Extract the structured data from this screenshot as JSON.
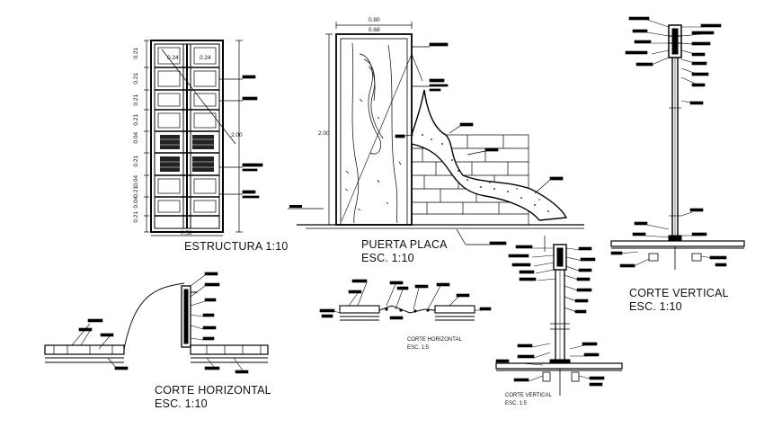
{
  "labels": {
    "estructura": "ESTRUCTURA  1:10",
    "puerta_placa_title": "PUERTA PLACA",
    "puerta_placa_scale": "ESC. 1:10",
    "corte_vertical_title": "CORTE VERTICAL",
    "corte_vertical_scale": "ESC. 1:10",
    "corte_horizontal_title": "CORTE HORIZONTAL",
    "corte_horizontal_scale": "ESC. 1:10",
    "corte_horizontal_small_title": "CORTE HORIZONTAL",
    "corte_horizontal_small_scale": "ESC. 1:5",
    "corte_vertical_small_title": "CORTE VERTICAL",
    "corte_vertical_small_scale": "ESC. 1:5"
  },
  "dimensions": {
    "estructura_left": [
      "0.21",
      "0.21",
      "0.21",
      "0.21",
      "0.04",
      "0.21",
      "0.04",
      "0.21",
      "0.04",
      "0.21"
    ],
    "estructura_top_a": "0.24",
    "estructura_top_b": "0.24",
    "estructura_bottom": "0.58",
    "estructura_height": "2.00",
    "door_width_1": "0.80",
    "door_width_2": "0.68",
    "door_height": "2.00"
  }
}
